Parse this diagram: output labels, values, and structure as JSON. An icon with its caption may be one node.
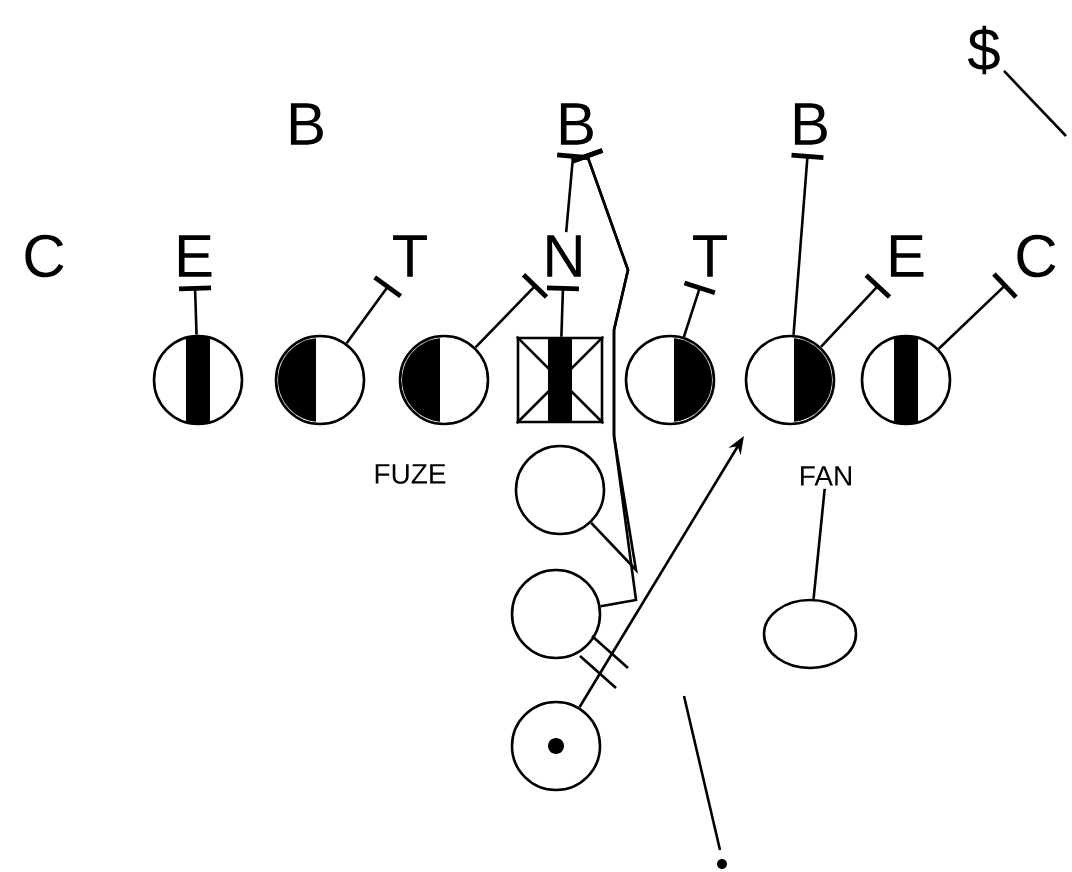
{
  "diagram": {
    "nodes": [
      {
        "text": [
          "C"
        ]
      },
      {
        "text": [
          "E"
        ]
      },
      {
        "text": [
          "T"
        ]
      },
      {
        "text": [
          "N"
        ]
      },
      {
        "text": [
          "T"
        ]
      },
      {
        "text": [
          "E"
        ]
      },
      {
        "text": [
          "C"
        ]
      },
      {
        "text": [
          "B"
        ]
      },
      {
        "text": [
          "B"
        ]
      },
      {
        "text": [
          "B"
        ]
      },
      {
        "text": [
          "$"
        ]
      },
      {
        "text": [],
        "shape": "circle"
      },
      {
        "text": [],
        "shape": "circle"
      },
      {
        "text": [],
        "shape": "circle"
      },
      {
        "text": [],
        "shape": "box"
      },
      {
        "text": [],
        "shape": "circle"
      },
      {
        "text": [],
        "shape": "circle"
      },
      {
        "text": [],
        "shape": "circle"
      },
      {
        "text": [],
        "shape": "circle"
      },
      {
        "text": [],
        "shape": "circle"
      },
      {
        "text": [],
        "shape": "circle"
      },
      {
        "text": [],
        "shape": "ellipse"
      },
      {
        "text": [
          "FAN"
        ]
      }
    ],
    "edges": [
      {
        "from": 11,
        "to": 1,
        "arrow": "other"
      },
      {
        "from": 12,
        "to": 2,
        "arrow": "other"
      },
      {
        "from": 13,
        "to": 3,
        "arrow": "other"
      },
      {
        "from": 14,
        "to": 3,
        "arrow": "other"
      },
      {
        "from": 3,
        "to": 8,
        "arrow": "other"
      },
      {
        "from": 15,
        "to": 4,
        "arrow": "other"
      },
      {
        "from": 16,
        "to": 5,
        "arrow": "other"
      },
      {
        "from": 16,
        "to": 9,
        "arrow": "other"
      },
      {
        "from": 17,
        "to": 6,
        "arrow": "other"
      },
      {
        "from": 18,
        "to": 8,
        "arrow": "other"
      },
      {
        "from": 19,
        "to": 8,
        "arrow": "other"
      },
      {
        "from": 20,
        "to": null,
        "arrow": "to"
      },
      {
        "from": 21,
        "to": 22,
        "arrow": "none"
      },
      {
        "from": 10,
        "to": null,
        "arrow": "none"
      }
    ],
    "labels": [
      "FUZE"
    ]
  }
}
